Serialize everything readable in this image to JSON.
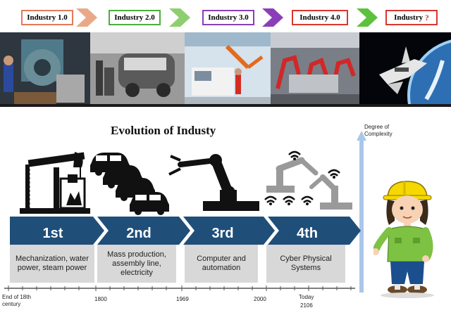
{
  "top_labels": [
    {
      "label": "Industry 1.0",
      "color": "#e27a5a"
    },
    {
      "label": "Industry 2.0",
      "color": "#4cae3b"
    },
    {
      "label": "Industry 3.0",
      "color": "#8a3fb8"
    },
    {
      "label": "Industry 4.0",
      "color": "#d9372e"
    },
    {
      "label": "Industry",
      "mark": "?",
      "color": "#d9372e"
    }
  ],
  "title": "Evolution of Industy",
  "complexity_axis_label": "Degree of Complexity",
  "stages": [
    {
      "label": "1st",
      "description": "Mechanization, water power, steam power",
      "icon": "oil-pump-icon"
    },
    {
      "label": "2nd",
      "description": "Mass production, assembly line, electricity",
      "icon": "cars-icon"
    },
    {
      "label": "3rd",
      "description": "Computer and automation",
      "icon": "robot-arm-icon"
    },
    {
      "label": "4th",
      "description": "Cyber Physical Systems",
      "icon": "connected-robots-icon"
    }
  ],
  "timeline": {
    "start": "End of 18th century",
    "ticks": [
      "1800",
      "1969",
      "2000"
    ],
    "today": "Today",
    "end": "2106"
  },
  "colors": {
    "band": "#1f4e79",
    "arrow": "#a9c7e8",
    "helmet": "#f5d800",
    "shirt": "#7dc242"
  }
}
